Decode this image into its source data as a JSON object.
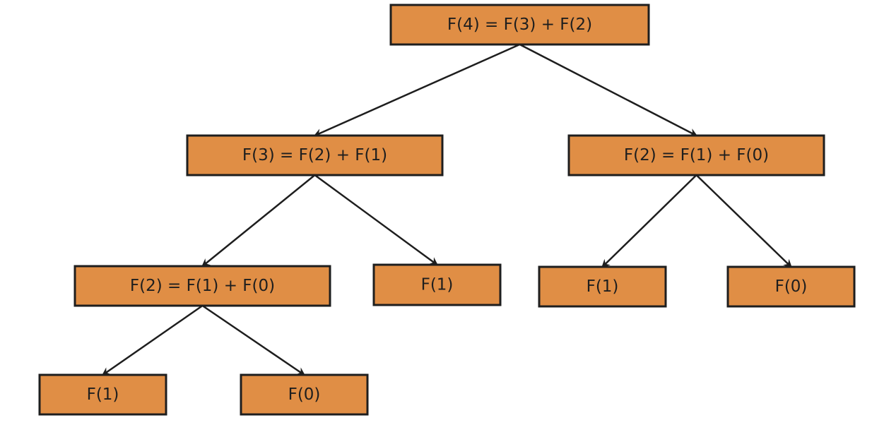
{
  "diagram": {
    "type": "recursion-tree",
    "title": "",
    "colors": {
      "node_fill": "#e08e45",
      "node_stroke": "#1e1e1e",
      "edge": "#1e1e1e",
      "text": "#1e1e1e"
    },
    "nodes": [
      {
        "id": "n0",
        "label": "F(4) = F(3) + F(2)",
        "level": 0
      },
      {
        "id": "n1",
        "label": "F(3) = F(2) + F(1)",
        "level": 1
      },
      {
        "id": "n2",
        "label": "F(2) = F(1) + F(0)",
        "level": 1
      },
      {
        "id": "n3",
        "label": "F(2) = F(1) + F(0)",
        "level": 2
      },
      {
        "id": "n4",
        "label": "F(1)",
        "level": 2
      },
      {
        "id": "n5",
        "label": "F(1)",
        "level": 2
      },
      {
        "id": "n6",
        "label": "F(0)",
        "level": 2
      },
      {
        "id": "n7",
        "label": "F(1)",
        "level": 3
      },
      {
        "id": "n8",
        "label": "F(0)",
        "level": 3
      }
    ],
    "edges": [
      {
        "from": "n0",
        "to": "n1"
      },
      {
        "from": "n0",
        "to": "n2"
      },
      {
        "from": "n1",
        "to": "n3"
      },
      {
        "from": "n1",
        "to": "n4"
      },
      {
        "from": "n2",
        "to": "n5"
      },
      {
        "from": "n2",
        "to": "n6"
      },
      {
        "from": "n3",
        "to": "n7"
      },
      {
        "from": "n3",
        "to": "n8"
      }
    ]
  }
}
